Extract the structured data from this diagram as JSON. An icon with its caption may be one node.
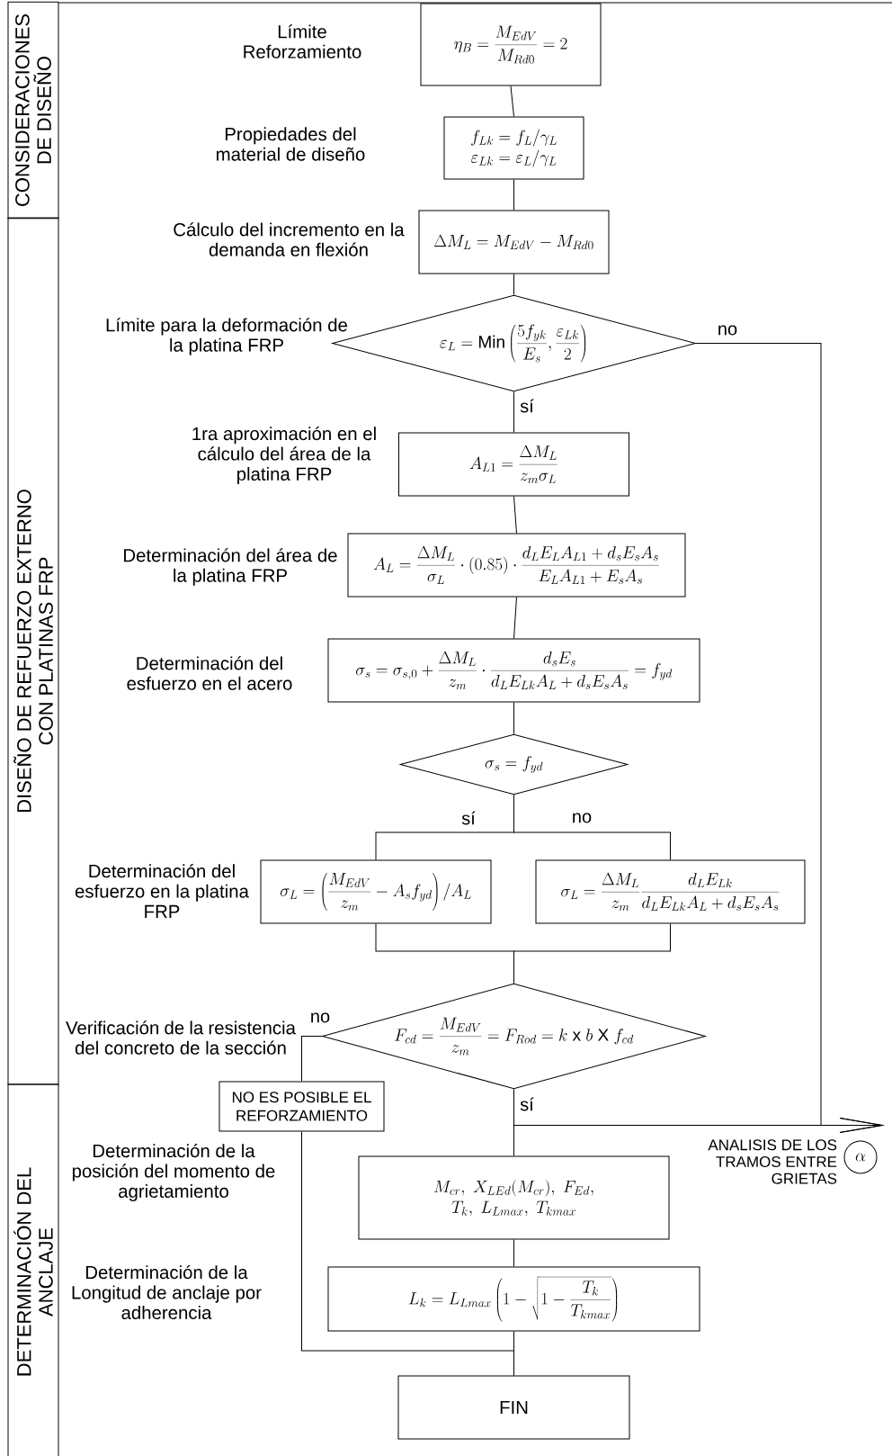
{
  "diagram": {
    "nodes": [
      {
        "text": [
          "CONSIDERACIONES DE DISEÑO"
        ]
      },
      {
        "text": [
          "DISEÑO DE REFUERZO EXTERNO CON PLATINAS FRP"
        ]
      },
      {
        "text": [
          "DETERMINACIÓN DEL ANCLAJE"
        ]
      },
      {
        "text": [
          "\\eta_{B} = \\frac{M_{EdV}}{M_{Rd0}} = 2"
        ]
      },
      {
        "text": [
          "f_{Lk} = f_{L} / \\gamma_{L}",
          "\\varepsilon_{Lk} = \\varepsilon_{L} / \\gamma_{L}"
        ]
      },
      {
        "text": [
          "\\Delta M_{L} = M_{EdV} - M_{Rd0}"
        ],
        "beside": [
          "Cálculo del incremento en la demanda en flexión"
        ]
      },
      {
        "text": [
          "\\varepsilon_{L} = \\mathrm{Min}\\left(\\frac{5 f_{yk}}{E_{s}} , \\frac{\\varepsilon_{Lk}}{2}\\right)"
        ],
        "beside": [
          "Límite para la deformación de la platina FRP"
        ]
      },
      {
        "text": [
          "A_{L1} = \\frac{\\Delta M_{L}}{z_{m} \\sigma_{L}}"
        ],
        "beside": [
          "1ra aproximación en el cálculo del área de la platina FRP"
        ]
      },
      {
        "text": [
          "A_{L} = \\frac{\\Delta M_{L}}{\\sigma_{L}} \\cdot (0.85) \\cdot \\frac{d_{L} E_{L} A_{L1} + d_{s} E_{s} A_{s}}{E_{L} A_{L1} + E_{s} A_{s}}"
        ],
        "beside": [
          "Determinación del área de la platina FRP"
        ]
      },
      {
        "text": [
          "\\sigma_{s} = \\sigma_{s,0} + \\frac{\\Delta M_{L}}{z_{m}} \\cdot \\frac{d_{s} E_{s}}{d_{L} E_{Lk} A_{L} + d_{s} E_{s} A_{s}} = f_{yd}"
        ],
        "beside": [
          "Determinación del esfuerzo en el acero"
        ]
      },
      {
        "text": [
          "\\sigma_{s} = f_{yd}"
        ]
      },
      {
        "text": [
          "\\sigma_{L} = \\left(\\frac{M_{EdV}}{z_{m}} - A_{s} f_{yd}\\right) / A_{L}"
        ],
        "beside": [
          "Determinación del esfuerzo en la platina FRP"
        ]
      },
      {
        "text": [
          "\\sigma_{L} = \\frac{\\Delta M_{L}}{z_{m}} \\frac{d_{L} E_{Lk}}{d_{L} E_{Lk} A_{L} + d_{s} E_{s} A_{s}}"
        ]
      },
      {
        "text": [
          "F_{cd} = \\frac{M_{EdV}}{z_{m}} = F_{Rod} = k \\;\\mathrm{x}\\; b \\;\\mathrm{X}\\; f_{cd}"
        ]
      },
      {
        "text": [
          "NO ES POSIBLE EL REFORZAMIENTO"
        ]
      },
      {
        "text": [
          "\\alpha"
        ],
        "beside": [
          "ANALISIS DE LOS TRAMOS ENTRE GRIETAS"
        ]
      },
      {
        "text": [
          "M_{cr} ,\\; X_{LEd}(M_{cr}) ,\\; F_{Ed} ,",
          "T_{k} ,\\; L_{Lmax} ,\\; T_{kmax}"
        ]
      },
      {
        "text": [
          "L_{k} = L_{Lmax} \\left(1 - \\sqrt{1 - \\frac{T_{k}}{T_{kmax}}}\\right)"
        ]
      },
      {
        "text": [
          "FIN"
        ]
      }
    ],
    "edges": [
      {
        "from": 3,
        "to": 4,
        "arrow": "none"
      },
      {
        "from": 4,
        "to": 5,
        "arrow": "none"
      },
      {
        "from": 5,
        "to": 6,
        "arrow": "none"
      },
      {
        "from": 6,
        "to": 7,
        "arrow": "none",
        "label": "sí"
      },
      {
        "from": 6,
        "to": 15,
        "arrow": "to",
        "label": "no"
      },
      {
        "from": 7,
        "to": 8,
        "arrow": "none"
      },
      {
        "from": 8,
        "to": 9,
        "arrow": "none"
      },
      {
        "from": 9,
        "to": 10,
        "arrow": "none"
      },
      {
        "from": 10,
        "to": 11,
        "arrow": "none",
        "label": "sí"
      },
      {
        "from": 10,
        "to": 12,
        "arrow": "none",
        "label": "no"
      },
      {
        "from": 11,
        "to": 13,
        "arrow": "none"
      },
      {
        "from": 12,
        "to": 13,
        "arrow": "none"
      },
      {
        "from": 13,
        "to": 14,
        "arrow": "none",
        "label": "no"
      },
      {
        "from": 13,
        "to": 16,
        "arrow": "none",
        "label": "sí"
      },
      {
        "from": 13,
        "to": 15,
        "arrow": "to"
      },
      {
        "from": 14,
        "to": 18,
        "arrow": "none"
      },
      {
        "from": 16,
        "to": 17,
        "arrow": "none"
      },
      {
        "from": 17,
        "to": 18,
        "arrow": "none"
      }
    ],
    "labels": [
      "Límite Reforzamiento",
      "Propiedades del material de diseño",
      "Verificación de la resistencia del concreto de la sección",
      "Determinación de la posición del momento de agrietamiento",
      "Determinación de la Longitud de anclaje por adherencia"
    ]
  }
}
